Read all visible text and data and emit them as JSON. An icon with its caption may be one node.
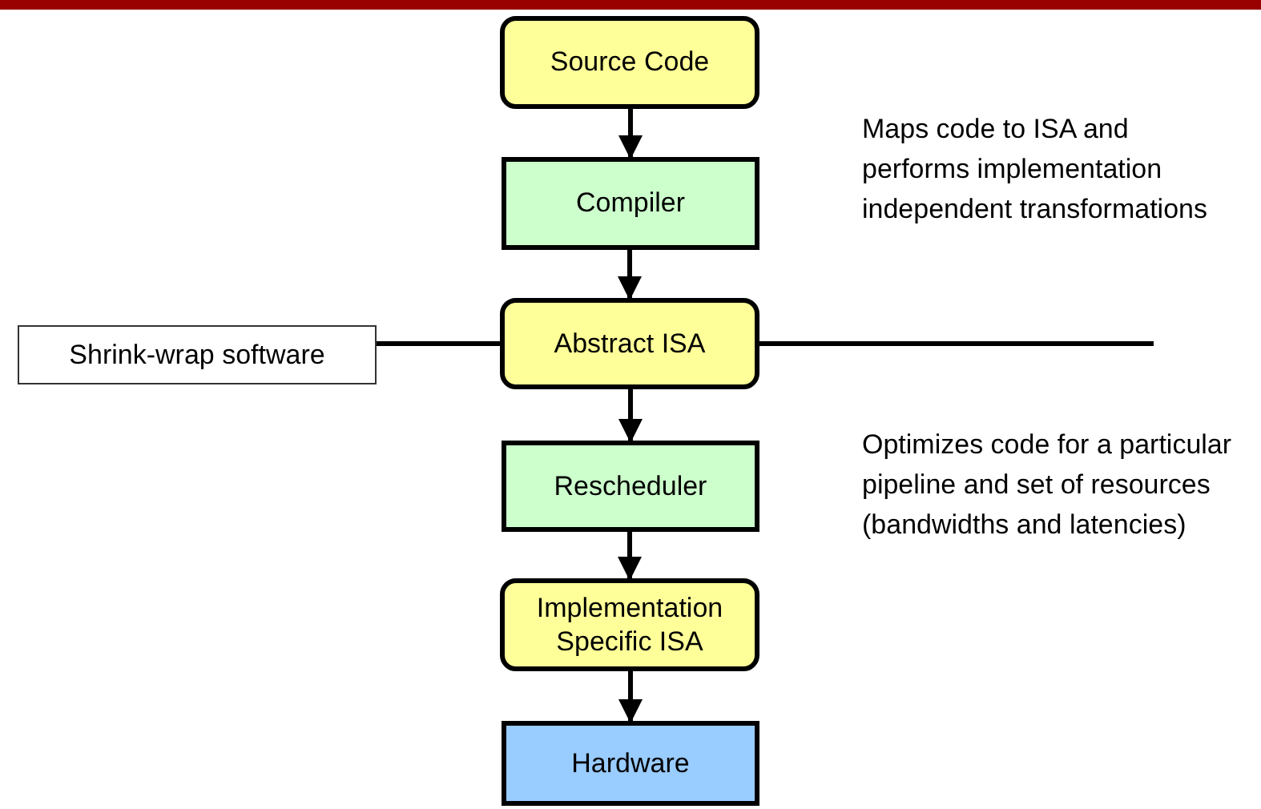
{
  "diagram": {
    "nodes": [
      {
        "text": [
          "Source Code"
        ]
      },
      {
        "text": [
          "Compiler"
        ]
      },
      {
        "text": [
          "Abstract ISA"
        ]
      },
      {
        "text": [
          "Rescheduler"
        ]
      },
      {
        "text": [
          "Implementation Specific ISA"
        ]
      },
      {
        "text": [
          "Hardware"
        ]
      },
      {
        "text": [
          "Shrink-wrap software"
        ]
      }
    ],
    "edges": [
      {
        "from": 0,
        "to": 1,
        "arrow": "to"
      },
      {
        "from": 1,
        "to": 2,
        "arrow": "to"
      },
      {
        "from": 2,
        "to": 3,
        "arrow": "to"
      },
      {
        "from": 3,
        "to": 4,
        "arrow": "to"
      },
      {
        "from": 4,
        "to": 5,
        "arrow": "to"
      },
      {
        "from": 6,
        "to": 2,
        "arrow": "none"
      },
      {
        "from": 2,
        "to": null,
        "arrow": "none"
      }
    ],
    "labels": [
      "Maps code to ISA and performs implementation independent transformations",
      "Optimizes code for a particular pipeline and set of resources (bandwidths and latencies)"
    ]
  }
}
